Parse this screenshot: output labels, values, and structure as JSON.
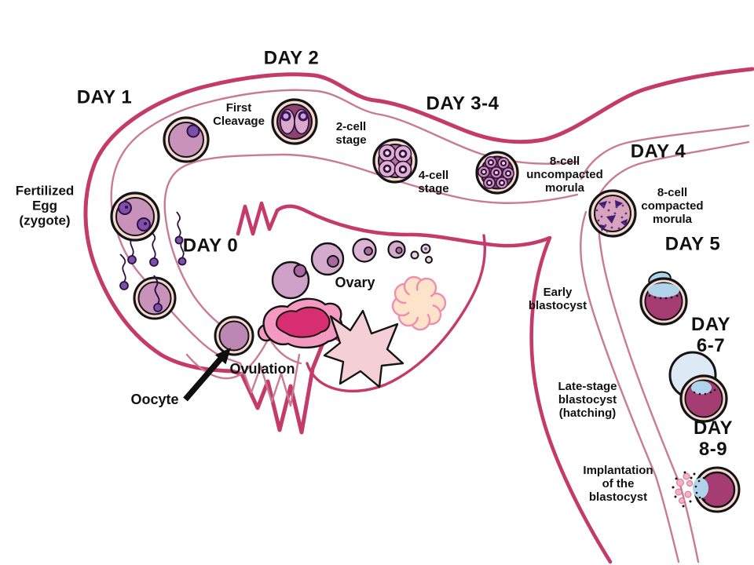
{
  "labels": {
    "day0": "DAY 0",
    "day1": "DAY 1",
    "day2": "DAY 2",
    "day3_4": "DAY 3-4",
    "day4": "DAY 4",
    "day5": "DAY 5",
    "day6_7": "DAY 6-7",
    "day8_9": "DAY 8-9",
    "first_cleavage": "First\nCleavage",
    "two_cell": "2-cell\nstage",
    "four_cell": "4-cell\nstage",
    "eight_cell_uncompacted": "8-cell\nuncompacted\nmorula",
    "eight_cell_compacted": "8-cell\ncompacted\nmorula",
    "fertilized_egg": "Fertilized\nEgg\n(zygote)",
    "ovary": "Ovary",
    "ovulation": "Ovulation",
    "oocyte": "Oocyte",
    "early_blastocyst": "Early\nblastocyst",
    "late_blastocyst": "Late-stage\nblastocyst\n(hatching)",
    "implantation": "Implantation\nof the\nblastocyst"
  },
  "colors": {
    "tube_outer_wall": "#c43a68",
    "tube_inner_wall": "#c97b95",
    "fimbria": "#d84a86",
    "cell_outline": "#141414",
    "zona_pellucida": "#f3d9cf",
    "cytoplasm": "#c992bb",
    "nucleus": "#7b4fa5",
    "morula_dark": "#8e4a76",
    "blastocyst_body": "#a63d72",
    "inner_cell_mass": "#aed3ea",
    "corpus_luteum_outer": "#f49ac1",
    "corpus_luteum_inner": "#d62e6f",
    "corpus_albicans": "#f4cfd6",
    "mature_corpus": "#fde3c9",
    "arrow": "#0e0e0e",
    "text": "#111111"
  }
}
